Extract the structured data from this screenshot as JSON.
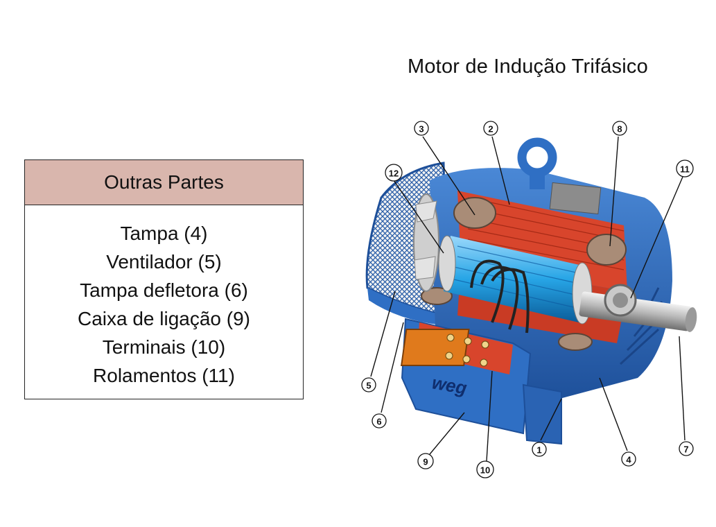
{
  "title": "Motor de Indução Trifásico",
  "other_parts": {
    "header": "Outras Partes",
    "items": [
      "Tampa (4)",
      "Ventilador (5)",
      "Tampa defletora (6)",
      "Caixa de ligação (9)",
      "Terminais (10)",
      "Rolamentos (11)"
    ]
  },
  "diagram": {
    "brand_logo": "weg",
    "callouts": [
      "1",
      "2",
      "3",
      "4",
      "5",
      "6",
      "7",
      "8",
      "9",
      "10",
      "11",
      "12"
    ],
    "colors": {
      "housing_blue": "#2f6fc4",
      "stator_red": "#d8452c",
      "rotor_blue": "#27a5e6",
      "terminal_orange": "#e07a1c",
      "header_fill": "#d9b6ad"
    }
  }
}
